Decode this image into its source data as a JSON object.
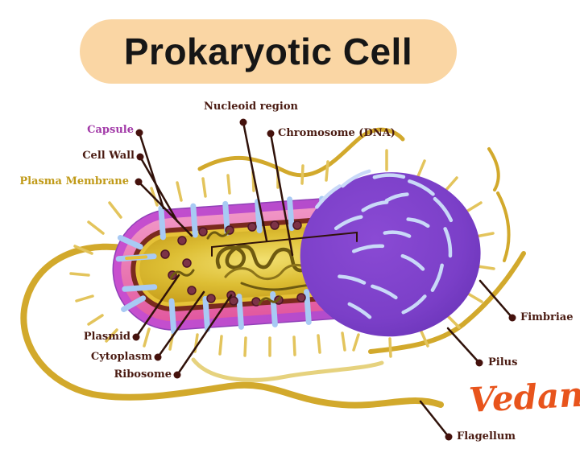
{
  "title": "Prokaryotic Cell",
  "brand": "Vedantu",
  "diagram_type": "labeled biology diagram of a prokaryotic (bacterial) cell",
  "labels": {
    "capsule": "Capsule",
    "cell_wall": "Cell Wall",
    "plasma_membrane": "Plasma Membrane",
    "nucleoid_region": "Nucleoid region",
    "chromosome": "Chromosome (DNA)",
    "plasmid": "Plasmid",
    "cytoplasm": "Cytoplasm",
    "ribosome": "Ribosome",
    "fimbriae": "Fimbriae",
    "pilus": "Pilus",
    "flagellum": "Flagellum"
  },
  "colors": {
    "title_bg": "#FAD6A4",
    "title_text": "#161616",
    "label_text": "#4A1B12",
    "capsule_label": "#A23AA8",
    "membrane_label": "#C09A18",
    "brand_orange": "#E8541C",
    "leader": "#30120A",
    "dot": "#45120D",
    "capsule_body": "#BC54CE",
    "capsule_cap": "#7B3FC8",
    "pink_layer": "#E870B0",
    "cell_wall_layer": "#7A2A1E",
    "gold_rim": "#E6C238",
    "cytoplasm_gold": "#D9B92E",
    "membrane_blue": "#A8CAF4",
    "ribosome_dot": "#7C3347",
    "nucleoid_strand": "#6E5A10",
    "filament_gold": "#D2A92C",
    "filament_light": "#E6D27E",
    "fimbriae_spike": "#E3C45C",
    "cap_streak": "#C9D9F8"
  }
}
